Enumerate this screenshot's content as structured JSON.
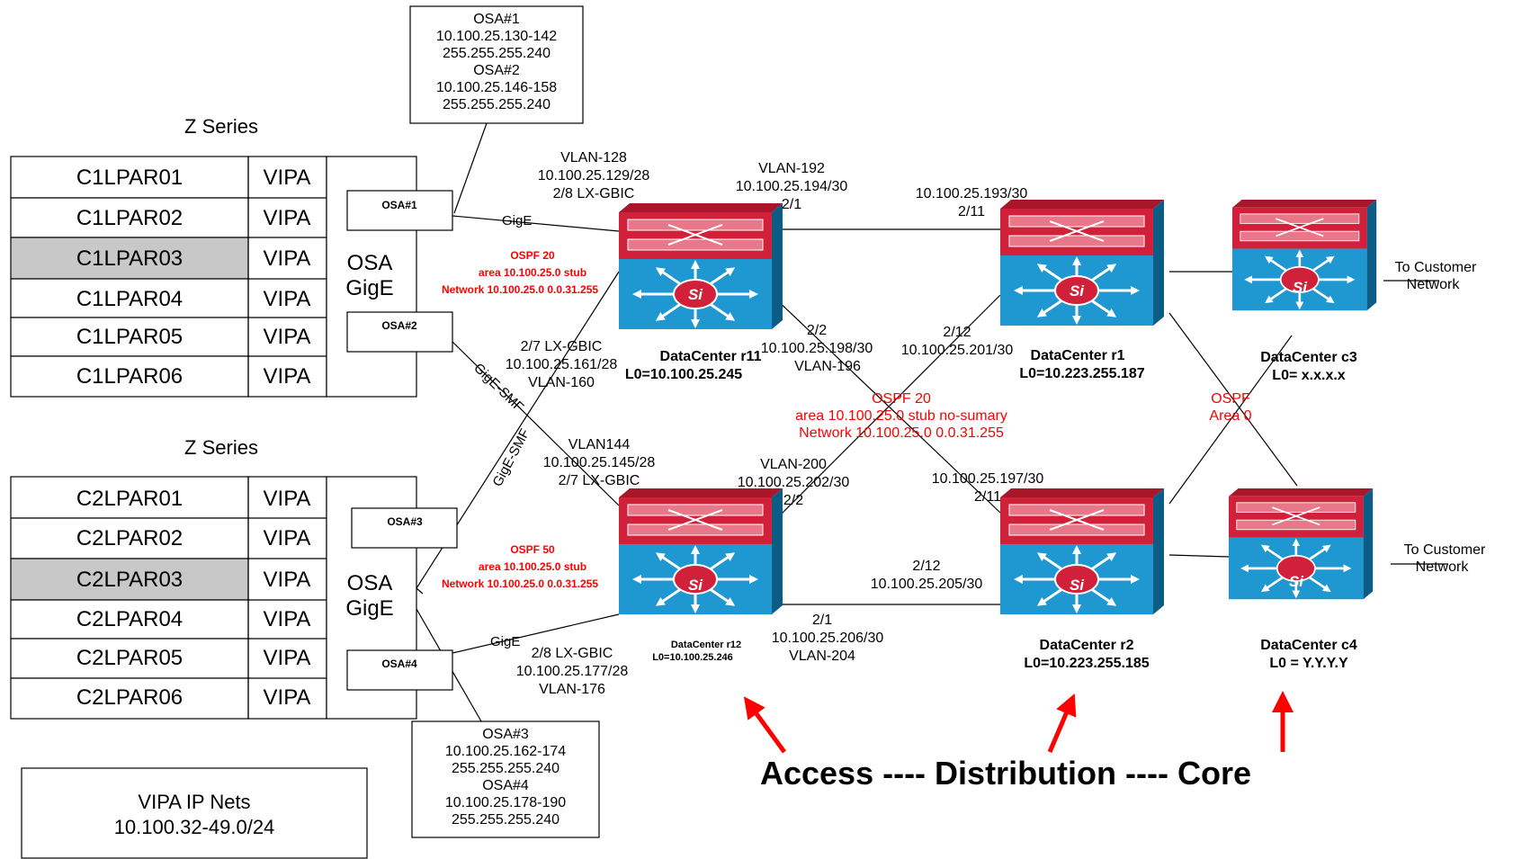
{
  "zseries_top": {
    "title": "Z Series",
    "lpars": [
      "C1LPAR01",
      "C1LPAR02",
      "C1LPAR03",
      "C1LPAR04",
      "C1LPAR05",
      "C1LPAR06"
    ],
    "vipa": "VIPA",
    "highlighted_index": 2,
    "osa_label": [
      "OSA",
      "GigE"
    ],
    "ports": [
      "OSA#1",
      "OSA#2"
    ]
  },
  "zseries_bottom": {
    "title": "Z Series",
    "lpars": [
      "C2LPAR01",
      "C2LPAR02",
      "C2LPAR03",
      "C2LPAR04",
      "C2LPAR05",
      "C2LPAR06"
    ],
    "vipa": "VIPA",
    "highlighted_index": 2,
    "osa_label": [
      "OSA",
      "GigE"
    ],
    "ports": [
      "OSA#3",
      "OSA#4"
    ]
  },
  "callout_top": [
    "OSA#1",
    "10.100.25.130-142",
    "255.255.255.240",
    "OSA#2",
    "10.100.25.146-158",
    "255.255.255.240"
  ],
  "callout_bottom": [
    "OSA#3",
    "10.100.25.162-174",
    "255.255.255.240",
    "OSA#4",
    "10.100.25.178-190",
    "255.255.255.240"
  ],
  "vipa_box": [
    "VIPA IP Nets",
    "10.100.32-49.0/24"
  ],
  "switches": {
    "r11": {
      "name": "DataCenter r11",
      "lo": "L0=10.100.25.245"
    },
    "r12": {
      "name": "DataCenter r12",
      "lo": "L0=10.100.25.246"
    },
    "r1": {
      "name": "DataCenter r1",
      "lo": "L0=10.223.255.187"
    },
    "r2": {
      "name": "DataCenter r2",
      "lo": "L0=10.223.255.185"
    },
    "c3": {
      "name": "DataCenter c3",
      "lo": "L0= x.x.x.x"
    },
    "c4": {
      "name": "DataCenter c4",
      "lo": "L0 = Y.Y.Y.Y"
    },
    "si": "Si"
  },
  "link_labels": {
    "vlan128": [
      "VLAN-128",
      "10.100.25.129/28",
      "2/8 LX-GBIC"
    ],
    "vlan192": [
      "VLAN-192",
      "10.100.25.194/30",
      "2/1"
    ],
    "r1_211": [
      "10.100.25.193/30",
      "2/11"
    ],
    "r11_22": [
      "2/2",
      "10.100.25.198/30",
      "VLAN-196"
    ],
    "r1_212": [
      "2/12",
      "10.100.25.201/30"
    ],
    "vlan160": [
      "2/7 LX-GBIC",
      "10.100.25.161/28",
      "VLAN-160"
    ],
    "vlan144": [
      "VLAN144",
      "10.100.25.145/28",
      "2/7 LX-GBIC"
    ],
    "vlan200": [
      "VLAN-200",
      "10.100.25.202/30",
      "2/2"
    ],
    "r2_211": [
      "10.100.25.197/30",
      "2/11"
    ],
    "r2_212": [
      "2/12",
      "10.100.25.205/30"
    ],
    "vlan204": [
      "2/1",
      "10.100.25.206/30",
      "VLAN-204"
    ],
    "vlan176": [
      "2/8 LX-GBIC",
      "10.100.25.177/28",
      "VLAN-176"
    ],
    "gige": "GigE",
    "gige_smf": "GigE-SMF",
    "to_customer": [
      "To Customer",
      "Network"
    ]
  },
  "ospf": {
    "ospf20_top": [
      "OSPF 20",
      "area 10.100.25.0 stub",
      "Network 10.100.25.0 0.0.31.255"
    ],
    "ospf50": [
      "OSPF 50",
      "area 10.100.25.0 stub",
      "Network 10.100.25.0 0.0.31.255"
    ],
    "ospf20_mid": [
      "OSPF 20",
      "area 10.100.25.0 stub no-sumary",
      "Network 10.100.25.0 0.0.31.255"
    ],
    "ospf_area0": [
      "OSPF",
      "Area 0"
    ]
  },
  "tiers": "Access ---- Distribution ---- Core",
  "colors": {
    "switch_top": "#d0203a",
    "switch_body": "#1f97d0",
    "highlight": "#c8c8c8",
    "annotation": "#ff0000"
  }
}
